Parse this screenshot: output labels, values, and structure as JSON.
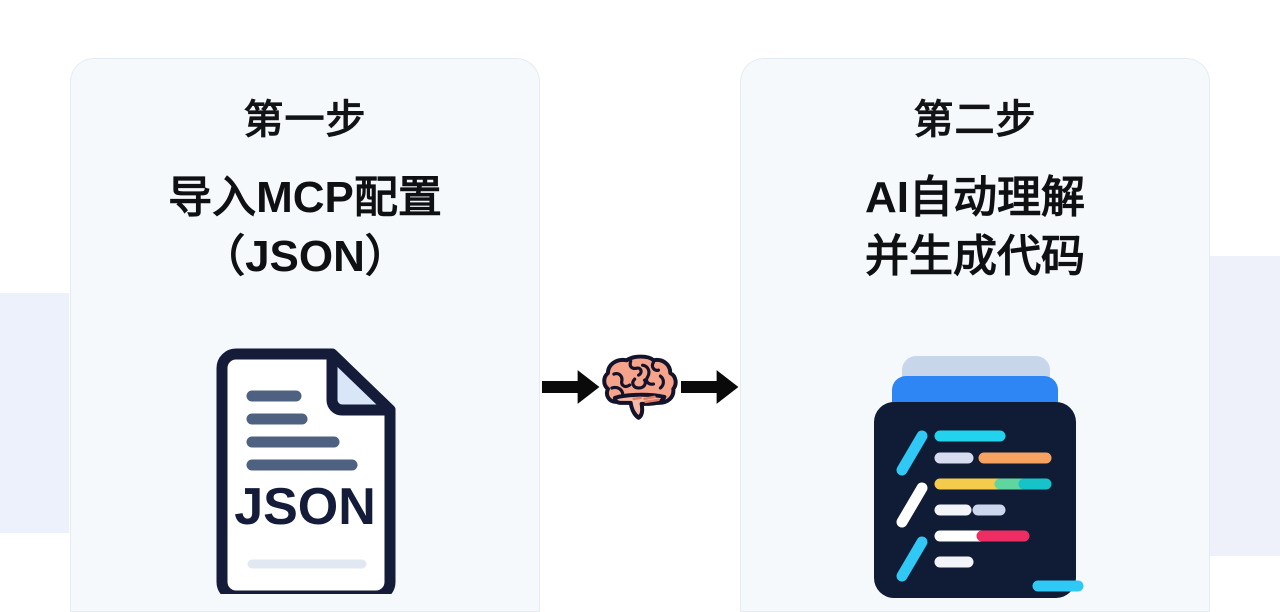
{
  "page": {
    "background_color": "#ffffff",
    "accent_panel_color": "#e7ecf9"
  },
  "steps": [
    {
      "label": "第一步",
      "title_lines": [
        "导入MCP配置",
        "（JSON）"
      ],
      "card_color": "#f6f9fc",
      "icon": {
        "name": "json-file-icon",
        "filetype_text": "JSON",
        "outline_color": "#141c3a",
        "fold_color": "#d8e6f7",
        "line_color": "#4f6180"
      }
    },
    {
      "label": "第二步",
      "title_lines": [
        "AI自动理解",
        "并生成代码"
      ],
      "card_color": "#f6f9fc",
      "icon": {
        "name": "code-editor-icon",
        "body_color": "#101c35",
        "tab_back_color": "#c8d6ec",
        "tab_front_color": "#2e86f5",
        "code_colors": [
          "#22d3ee",
          "#d8dcf0",
          "#f6a261",
          "#f5cb4b",
          "#5fd6a0",
          "#16c3c9",
          "#ffffff",
          "#ee2e63",
          "#30c8f5"
        ]
      }
    }
  ],
  "connector": {
    "arrow_left": {
      "name": "arrow-right-icon",
      "glyph": "→",
      "color": "#0a0a0a"
    },
    "brain": {
      "name": "brain-icon",
      "glyph": "🧠",
      "fill_color": "#f6a38c",
      "outline_color": "#13132b"
    },
    "arrow_right": {
      "name": "arrow-right-icon",
      "glyph": "→",
      "color": "#0a0a0a"
    }
  }
}
